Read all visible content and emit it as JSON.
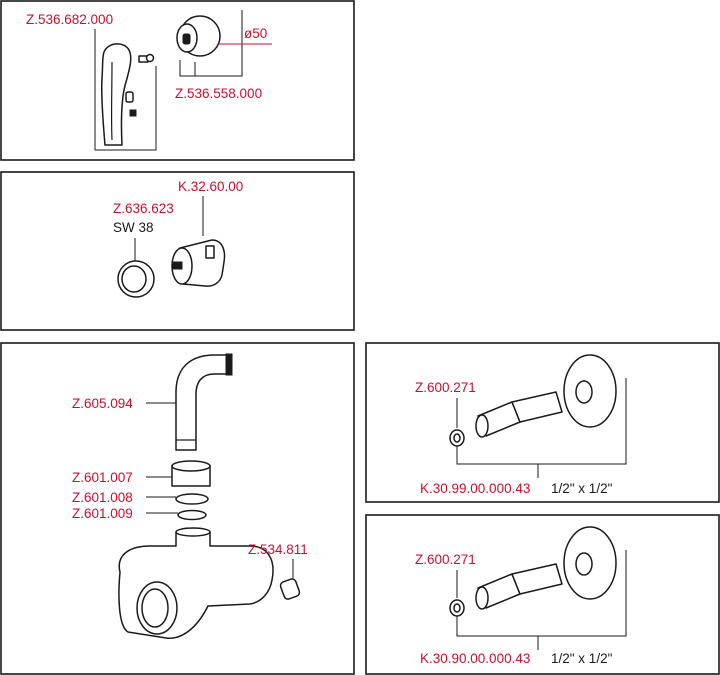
{
  "panel_handle": {
    "lever_code": "Z.536.682.000",
    "rosette_code": "Z.536.558.000",
    "diameter_label": "ø50"
  },
  "panel_cartridge": {
    "cartridge_code": "K.32.60.00",
    "nut_code": "Z.636.623",
    "wrench_size": "SW 38"
  },
  "panel_body": {
    "spout_code": "Z.605.094",
    "nut_code": "Z.601.007",
    "ring_code": "Z.601.008",
    "seal_code": "Z.601.009",
    "filter_code": "Z.534.811"
  },
  "panel_connector_a": {
    "washer_code": "Z.600.271",
    "set_code": "K.30.99.00.000.43",
    "size_note": "1/2\" x 1/2\""
  },
  "panel_connector_b": {
    "washer_code": "Z.600.271",
    "set_code": "K.30.90.00.000.43",
    "size_note": "1/2\" x 1/2\""
  },
  "colors": {
    "part_code": "#c8102e",
    "line": "#1a1a1a"
  }
}
